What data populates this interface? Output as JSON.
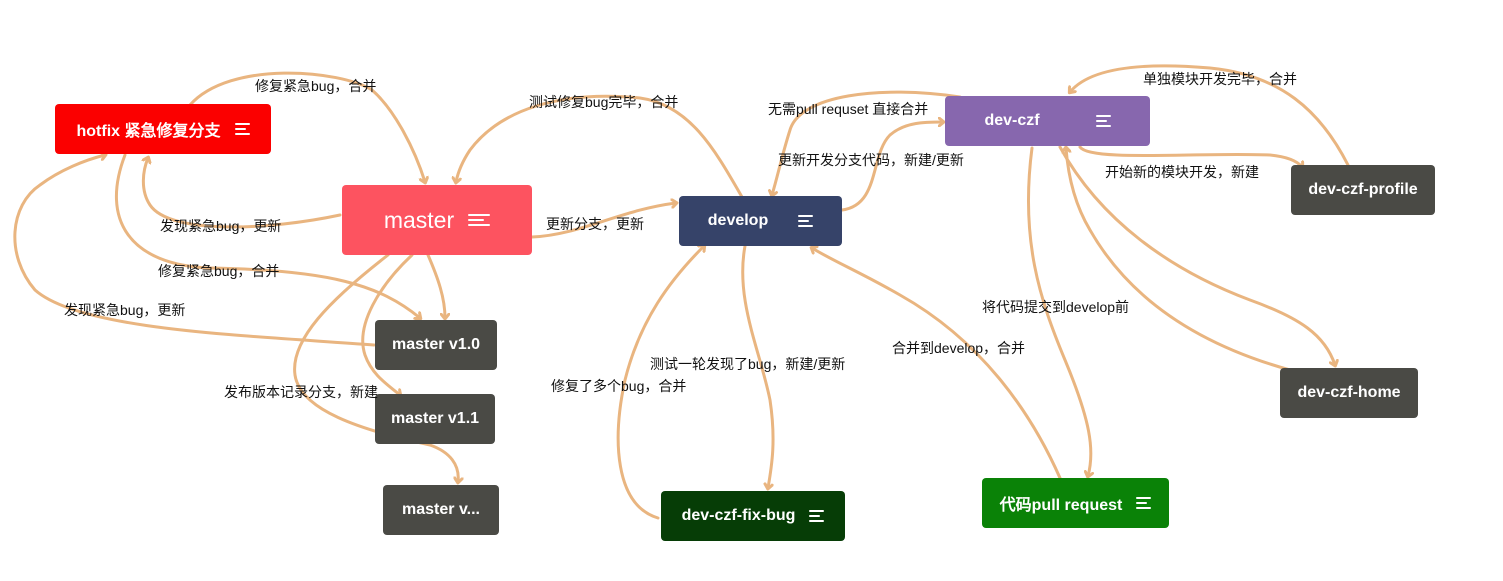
{
  "colors": {
    "edge": "#e9b580",
    "master": "#fd5360",
    "hotfix": "#fb0000",
    "develop": "#364369",
    "dev_czf": "#8767ae",
    "dark_node": "#4a4a45",
    "fix_bug": "#063d06",
    "pull_request": "#0a8207"
  },
  "nodes": {
    "hotfix": "hotfix 紧急修复分支",
    "master": "master",
    "master_v10": "master v1.0",
    "master_v11": "master v1.1",
    "master_vx": "master v...",
    "develop": "develop",
    "dev_czf": "dev-czf",
    "dev_czf_profile": "dev-czf-profile",
    "dev_czf_home": "dev-czf-home",
    "dev_czf_fix_bug": "dev-czf-fix-bug",
    "pull_request": "代码pull request"
  },
  "edge_labels": {
    "hotfix_merge_top": "修复紧急bug，合并",
    "found_bug_update_1": "发现紧急bug，更新",
    "fix_bug_merge_2": "修复紧急bug，合并",
    "found_bug_update_2": "发现紧急bug，更新",
    "release_branch": "发布版本记录分支，新建",
    "test_fix_merge": "测试修复bug完毕，合并",
    "update_branch": "更新分支，更新",
    "no_pr_merge": "无需pull requset 直接合并",
    "update_dev_code": "更新开发分支代码，新建/更新",
    "module_done_merge": "单独模块开发完毕，合并",
    "new_module": "开始新的模块开发，新建",
    "commit_before_develop": "将代码提交到develop前",
    "merge_to_develop": "合并到develop，合并",
    "test_found_bug": "测试一轮发现了bug，新建/更新",
    "fixed_bugs_merge": "修复了多个bug，合并"
  }
}
